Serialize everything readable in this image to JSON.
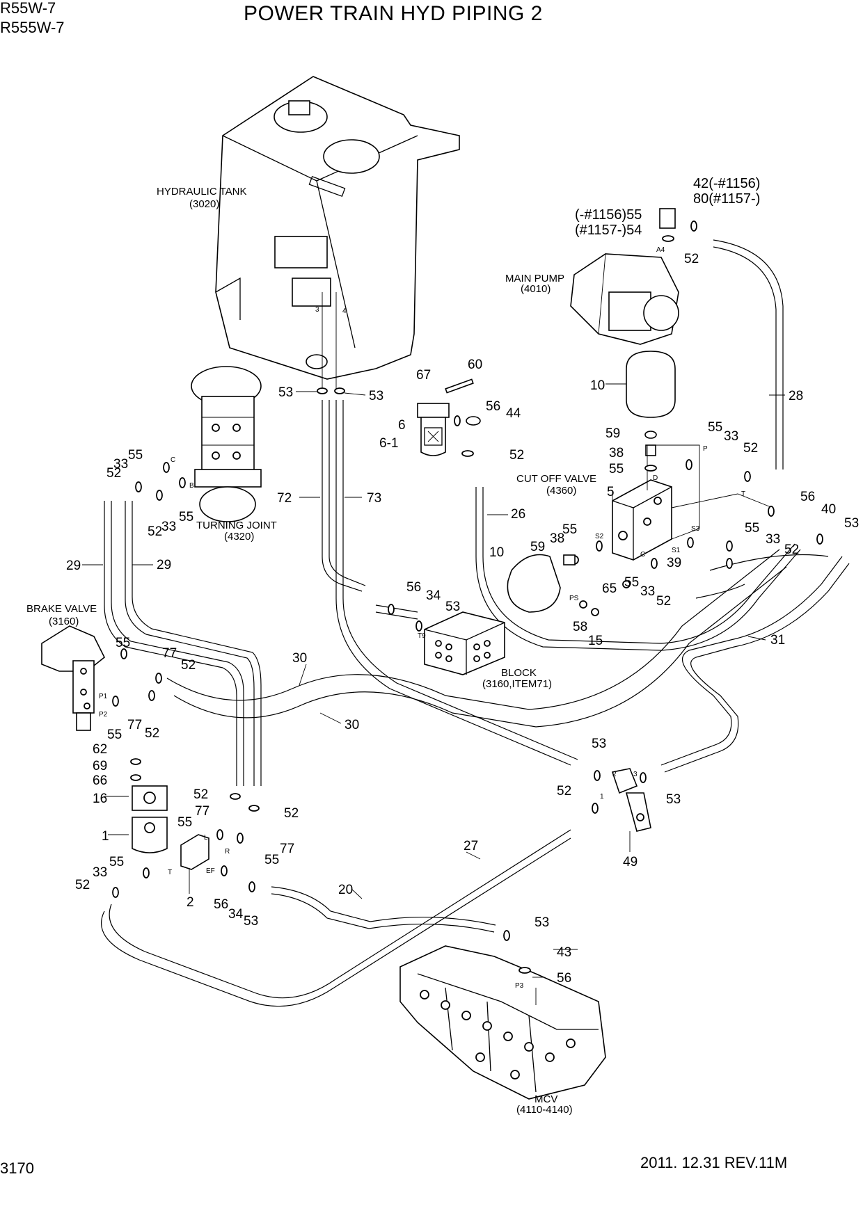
{
  "header": {
    "model_line_1": "R55W-7",
    "model_line_2": "R555W-7",
    "title": "POWER TRAIN HYD PIPING 2"
  },
  "footer": {
    "page_number": "3170",
    "revision": "2011. 12.31 REV.11M"
  },
  "components": {
    "hydraulic_tank": "HYDRAULIC TANK",
    "hydraulic_tank_code": "(3020)",
    "main_pump": "MAIN PUMP",
    "main_pump_code": "(4010)",
    "cut_off_valve": "CUT OFF VALVE",
    "cut_off_valve_code": "(4360)",
    "turning_joint": "TURNING JOINT",
    "turning_joint_code": "(4320)",
    "brake_valve": "BRAKE VALVE",
    "brake_valve_code": "(3160)",
    "block": "BLOCK",
    "block_code": "(3160,ITEM71)",
    "mcv": "MCV",
    "mcv_code": "(4110-4140)"
  },
  "serial_notes": {
    "n42": "42(-#1156)",
    "n80": "80(#1157-)",
    "n55": "(-#1156)55",
    "n54": "(#1157-)54"
  },
  "part_numbers": {
    "p1": "1",
    "p2": "2",
    "p5": "5",
    "p6": "6",
    "p6_1": "6-1",
    "p10": "10",
    "p15": "15",
    "p16": "16",
    "p20": "20",
    "p26": "26",
    "p27": "27",
    "p28": "28",
    "p29": "29",
    "p30": "30",
    "p31": "31",
    "p33": "33",
    "p34": "34",
    "p38": "38",
    "p39": "39",
    "p40": "40",
    "p43": "43",
    "p44": "44",
    "p49": "49",
    "p52": "52",
    "p53": "53",
    "p55": "55",
    "p56": "56",
    "p58": "58",
    "p59": "59",
    "p60": "60",
    "p62": "62",
    "p65": "65",
    "p66": "66",
    "p67": "67",
    "p69": "69",
    "p72": "72",
    "p73": "73",
    "p77": "77"
  },
  "port_labels": {
    "pt3": "3",
    "pt4": "4",
    "C": "C",
    "B": "B",
    "A4": "A4",
    "P": "P",
    "T": "T",
    "D": "D",
    "S1": "S1",
    "S2": "S2",
    "S3": "S3",
    "PS": "PS",
    "T9": "T9",
    "P1": "P1",
    "P2": "P2",
    "L": "L",
    "R": "R",
    "EF": "EF",
    "pt1": "1",
    "pt2": "2",
    "P3": "P3"
  }
}
